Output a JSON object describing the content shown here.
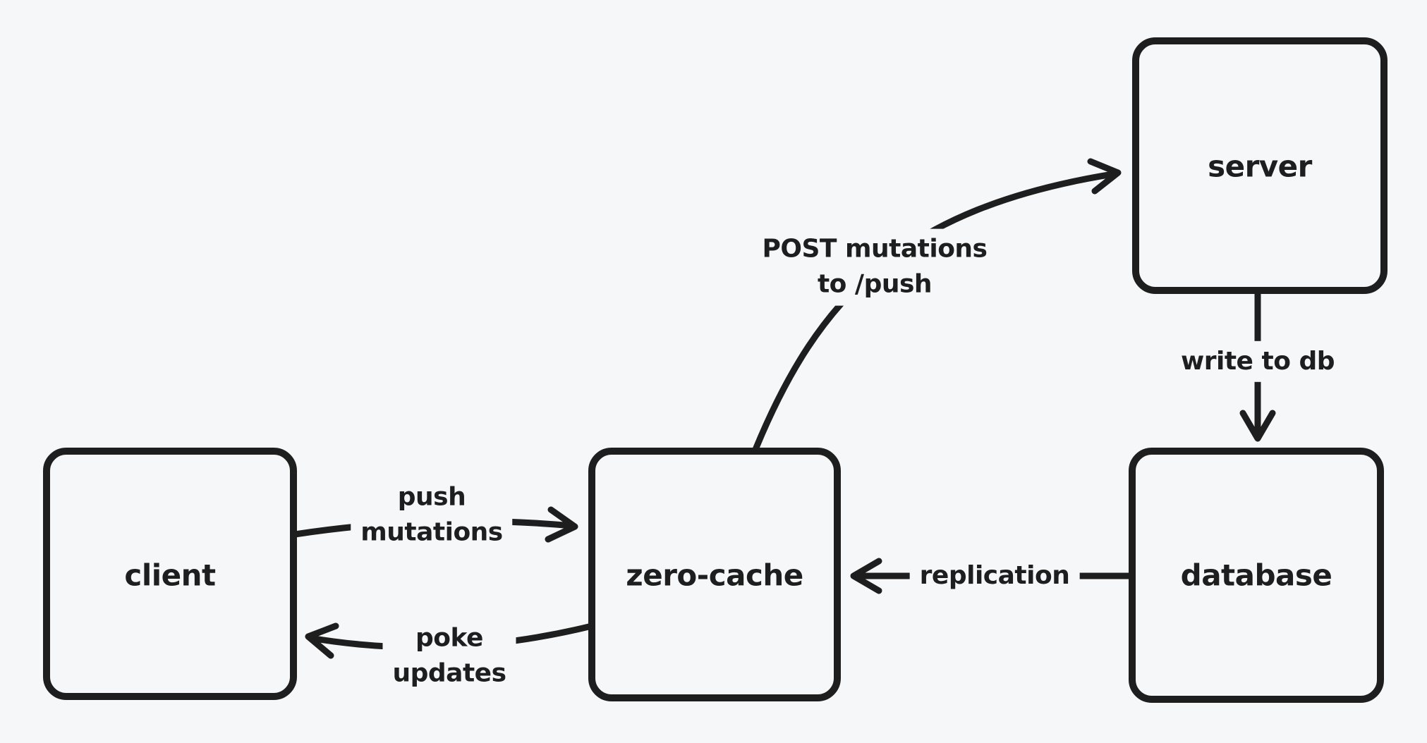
{
  "diagram": {
    "type": "architecture-flow",
    "colors": {
      "ink": "#1e1e1e",
      "canvas": "#f6f7f8"
    },
    "nodes": [
      {
        "id": "client",
        "label": "client"
      },
      {
        "id": "zero-cache",
        "label": "zero-cache"
      },
      {
        "id": "server",
        "label": "server"
      },
      {
        "id": "database",
        "label": "database"
      }
    ],
    "edges": [
      {
        "id": "push-mutations",
        "from": "client",
        "to": "zero-cache",
        "lines": [
          "push",
          "mutations"
        ]
      },
      {
        "id": "poke-updates",
        "from": "zero-cache",
        "to": "client",
        "lines": [
          "poke",
          "updates"
        ]
      },
      {
        "id": "post-mutations",
        "from": "zero-cache",
        "to": "server",
        "lines": [
          "POST mutations",
          "to /push"
        ]
      },
      {
        "id": "write-to-db",
        "from": "server",
        "to": "database",
        "lines": [
          "write to db"
        ]
      },
      {
        "id": "replication",
        "from": "database",
        "to": "zero-cache",
        "lines": [
          "replication"
        ]
      }
    ]
  }
}
